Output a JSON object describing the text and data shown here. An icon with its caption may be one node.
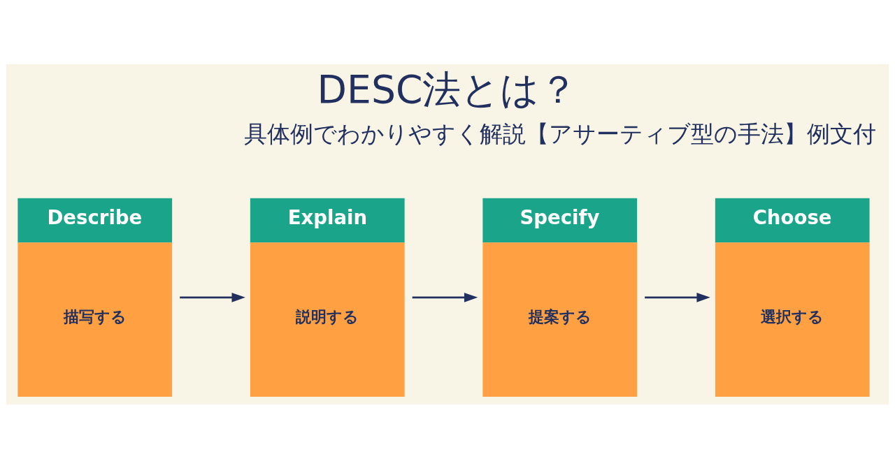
{
  "diagram": {
    "title": "DESC法とは？",
    "nodes": [
      {
        "text": [
          "Describe",
          "描写する"
        ]
      },
      {
        "text": [
          "Explain",
          "説明する"
        ]
      },
      {
        "text": [
          "Specify",
          "提案する"
        ]
      },
      {
        "text": [
          "Choose",
          "選択する"
        ]
      }
    ],
    "edges": [
      {
        "from": 0,
        "to": 1,
        "arrow": "to"
      },
      {
        "from": 1,
        "to": 2,
        "arrow": "to"
      },
      {
        "from": 2,
        "to": 3,
        "arrow": "to"
      }
    ],
    "labels": [
      "具体例でわかりやすく解説【アサーティブ型の手法】例文付"
    ]
  }
}
